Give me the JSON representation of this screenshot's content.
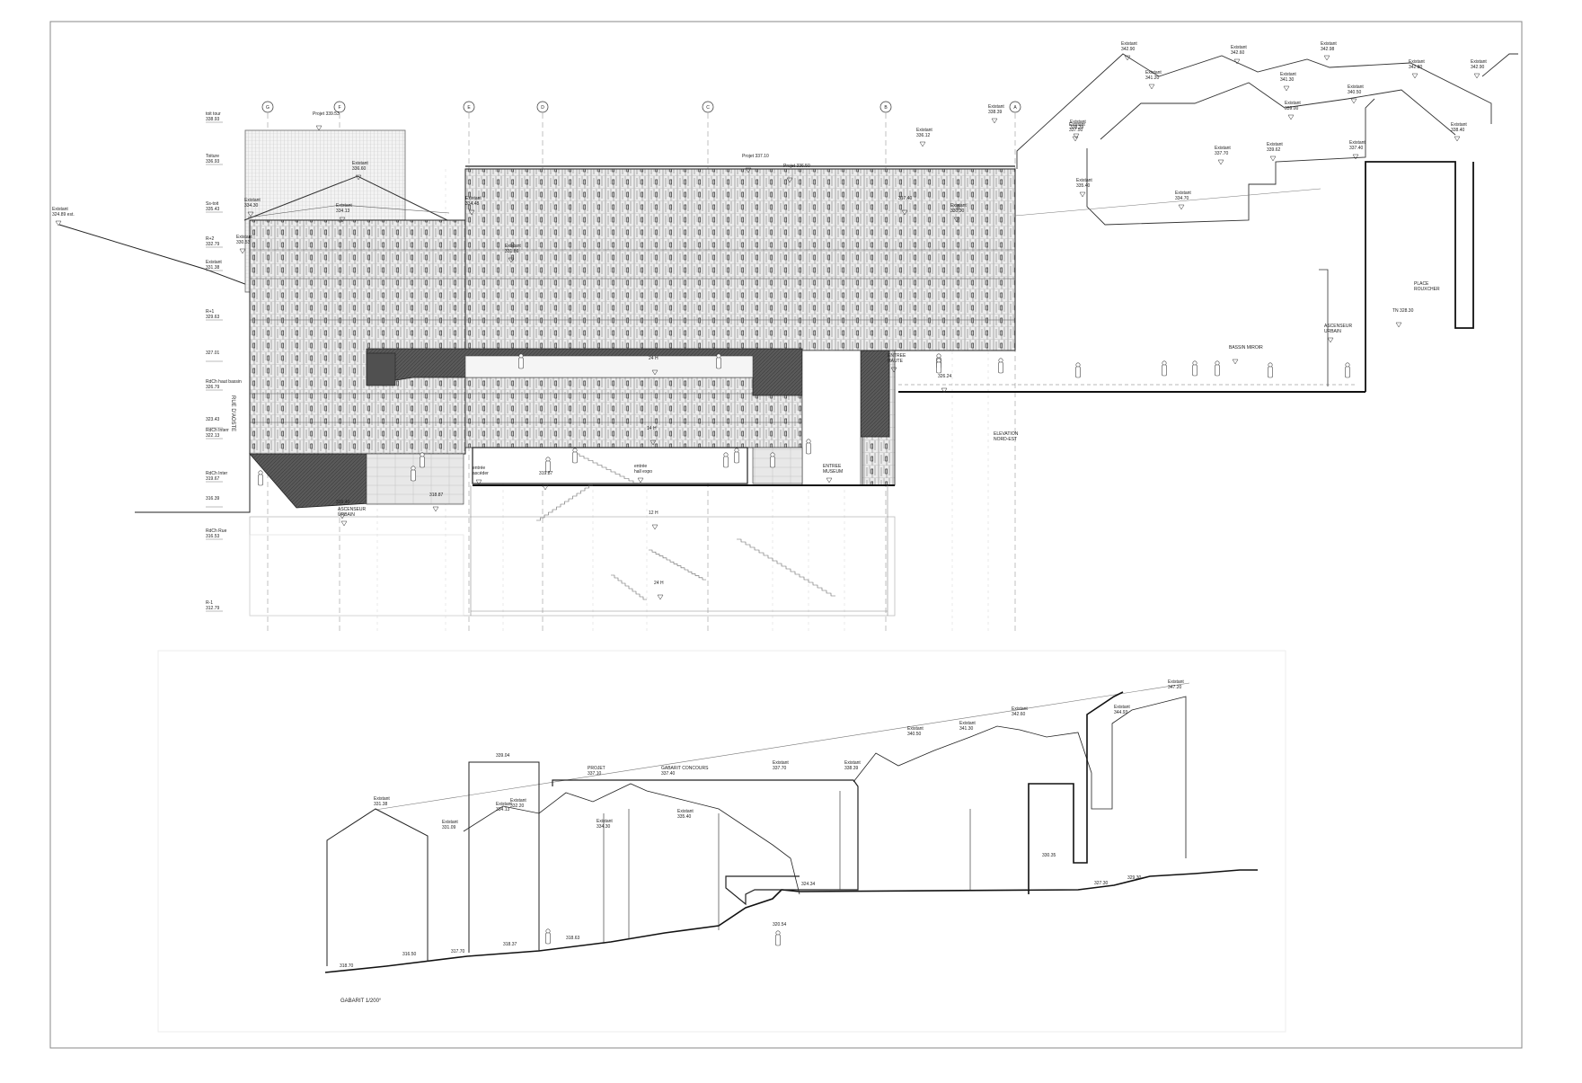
{
  "drawing": {
    "grid_axes": [
      "G",
      "F",
      "E",
      "D",
      "C",
      "B",
      "A"
    ],
    "level_labels": [
      "toit tour\n338.93",
      "Toiture\n336.93",
      "Ss-toit\n335.43",
      "R+2\n332.79",
      "Existant\n331.38",
      "R+1\n329.63",
      "327.01",
      "RdCh haut bassin\n326.79",
      "323.43",
      "RdCh Interr\n322.13",
      "RdCh Inter\n319.67",
      "316.39",
      "RdCh Rue\n316.53",
      "R-1\n312.79"
    ],
    "street_name": "RUE D'AOSTE",
    "elevation_title": "ELEVATION\nNORD-EST",
    "place_name": "PLACE\nROUXCHER",
    "gabarit_title": "GABARIT 1/200°",
    "annotations": [
      {
        "id": "existant-far-left",
        "text": "Existant\n324.89 est."
      },
      {
        "id": "projet-tower",
        "text": "Projet 339.53"
      },
      {
        "id": "existant-roof-left",
        "text": "Existant\n336.60"
      },
      {
        "id": "existant-roof-mid",
        "text": "Existant\n334.13"
      },
      {
        "id": "existant-334",
        "text": "Existant\n334.30"
      },
      {
        "id": "existant-330",
        "text": "Existant\n330.53"
      },
      {
        "id": "existant-331",
        "text": "Existant\n331.86"
      },
      {
        "id": "existant-334b",
        "text": "Existant\n334.48"
      },
      {
        "id": "projet-main",
        "text": "Projet 337.10"
      },
      {
        "id": "projet-main-b",
        "text": "Projet 336.50"
      },
      {
        "id": "existant-336-12",
        "text": "Existant\n336.12"
      },
      {
        "id": "existant-338-39",
        "text": "Existant\n338.39"
      },
      {
        "id": "existant-338-39b",
        "text": "Existant\n338.39"
      },
      {
        "id": "existant-342-90",
        "text": "Existant\n342.90"
      },
      {
        "id": "existant-342-60",
        "text": "Existant\n342.60"
      },
      {
        "id": "existant-342-98",
        "text": "Existant\n342.98"
      },
      {
        "id": "existant-342-80",
        "text": "Existant\n342.80"
      },
      {
        "id": "existant-342-90b",
        "text": "Existant\n342.90"
      },
      {
        "id": "existant-341-20",
        "text": "Existant\n341.20"
      },
      {
        "id": "existant-341-30",
        "text": "Existant\n341.30"
      },
      {
        "id": "existant-340-50",
        "text": "Existant\n340.50"
      },
      {
        "id": "existant-339-00",
        "text": "Existant\n339.00"
      },
      {
        "id": "existant-338-40",
        "text": "Existant\n338.40"
      },
      {
        "id": "existant-337-40",
        "text": "Existant\n337.40"
      },
      {
        "id": "existant-337-70",
        "text": "Existant\n337.70"
      },
      {
        "id": "existant-339-62",
        "text": "Existant\n339.62"
      },
      {
        "id": "existant-337-50",
        "text": "Existant\n337.50"
      },
      {
        "id": "existant-335-40",
        "text": "Existant\n335.40"
      },
      {
        "id": "existant-334-70",
        "text": "Existant\n334.70"
      },
      {
        "id": "existant-330-30",
        "text": "Existant\n330.30"
      },
      {
        "id": "tn-328",
        "text": "TN 328.30"
      },
      {
        "id": "entree-haute",
        "text": "ENTREE\nHAUTE"
      },
      {
        "id": "entree-musee",
        "text": "ENTREE\nMUSEUM"
      },
      {
        "id": "ascenseur-urbain-left",
        "text": "ASCENSEUR\nURBAIN"
      },
      {
        "id": "ascenseur-urbain-right",
        "text": "ASCENSEUR\nURBAIN"
      },
      {
        "id": "bassin-miroir",
        "text": "BASSIN MIROIR"
      },
      {
        "id": "entree-elevator",
        "text": "entrée\nascéder"
      },
      {
        "id": "entree-hall",
        "text": "entrée\nhall expo"
      },
      {
        "id": "val-319",
        "text": "319.87"
      },
      {
        "id": "val-318",
        "text": "318.87"
      },
      {
        "id": "val-316",
        "text": "316.40"
      },
      {
        "id": "val-326",
        "text": "326.24"
      },
      {
        "id": "val-24h",
        "text": "24 H"
      },
      {
        "id": "val-12h",
        "text": "12 H"
      },
      {
        "id": "val-24h-b",
        "text": "24 H"
      },
      {
        "id": "val-14h",
        "text": "14 H"
      },
      {
        "id": "val-17",
        "text": "317.40"
      }
    ],
    "gabarit_annotations": [
      {
        "id": "g-318",
        "text": "318.70"
      },
      {
        "id": "g-317",
        "text": "317.70"
      },
      {
        "id": "g-316",
        "text": "316.50"
      },
      {
        "id": "g-318b",
        "text": "318.37"
      },
      {
        "id": "g-318c",
        "text": "318.63"
      },
      {
        "id": "g-320",
        "text": "320.54"
      },
      {
        "id": "g-324",
        "text": "324.34"
      },
      {
        "id": "g-327",
        "text": "327.30"
      },
      {
        "id": "g-329",
        "text": "329.30"
      },
      {
        "id": "g-330",
        "text": "330.35"
      },
      {
        "id": "g-339",
        "text": "339.04"
      },
      {
        "id": "g-projet",
        "text": "PROJET\n337.10"
      },
      {
        "id": "g-gabarit",
        "text": "GABARIT CONCOURS\n337.40"
      },
      {
        "id": "g-ex1",
        "text": "Existant\n331.38"
      },
      {
        "id": "g-ex2",
        "text": "Existant\n331.09"
      },
      {
        "id": "g-ex3",
        "text": "Existant\n332.20"
      },
      {
        "id": "g-ex4",
        "text": "Existant\n334.13"
      },
      {
        "id": "g-ex5",
        "text": "Existant\n334.30"
      },
      {
        "id": "g-ex6",
        "text": "Existant\n335.40"
      },
      {
        "id": "g-ex7",
        "text": "Existant\n337.70"
      },
      {
        "id": "g-ex8",
        "text": "Existant\n338.39"
      },
      {
        "id": "g-ex9",
        "text": "Existant\n340.50"
      },
      {
        "id": "g-ex10",
        "text": "Existant\n341.30"
      },
      {
        "id": "g-ex11",
        "text": "Existant\n342.60"
      },
      {
        "id": "g-ex12",
        "text": "Existant\n344.93"
      },
      {
        "id": "g-ex13",
        "text": "Existant\n347.20"
      }
    ]
  },
  "colors": {
    "ink": "#1e1e1e",
    "facade": "#9a9a9a",
    "dark": "#4a4a4a",
    "grid": "#aaaaaa"
  }
}
